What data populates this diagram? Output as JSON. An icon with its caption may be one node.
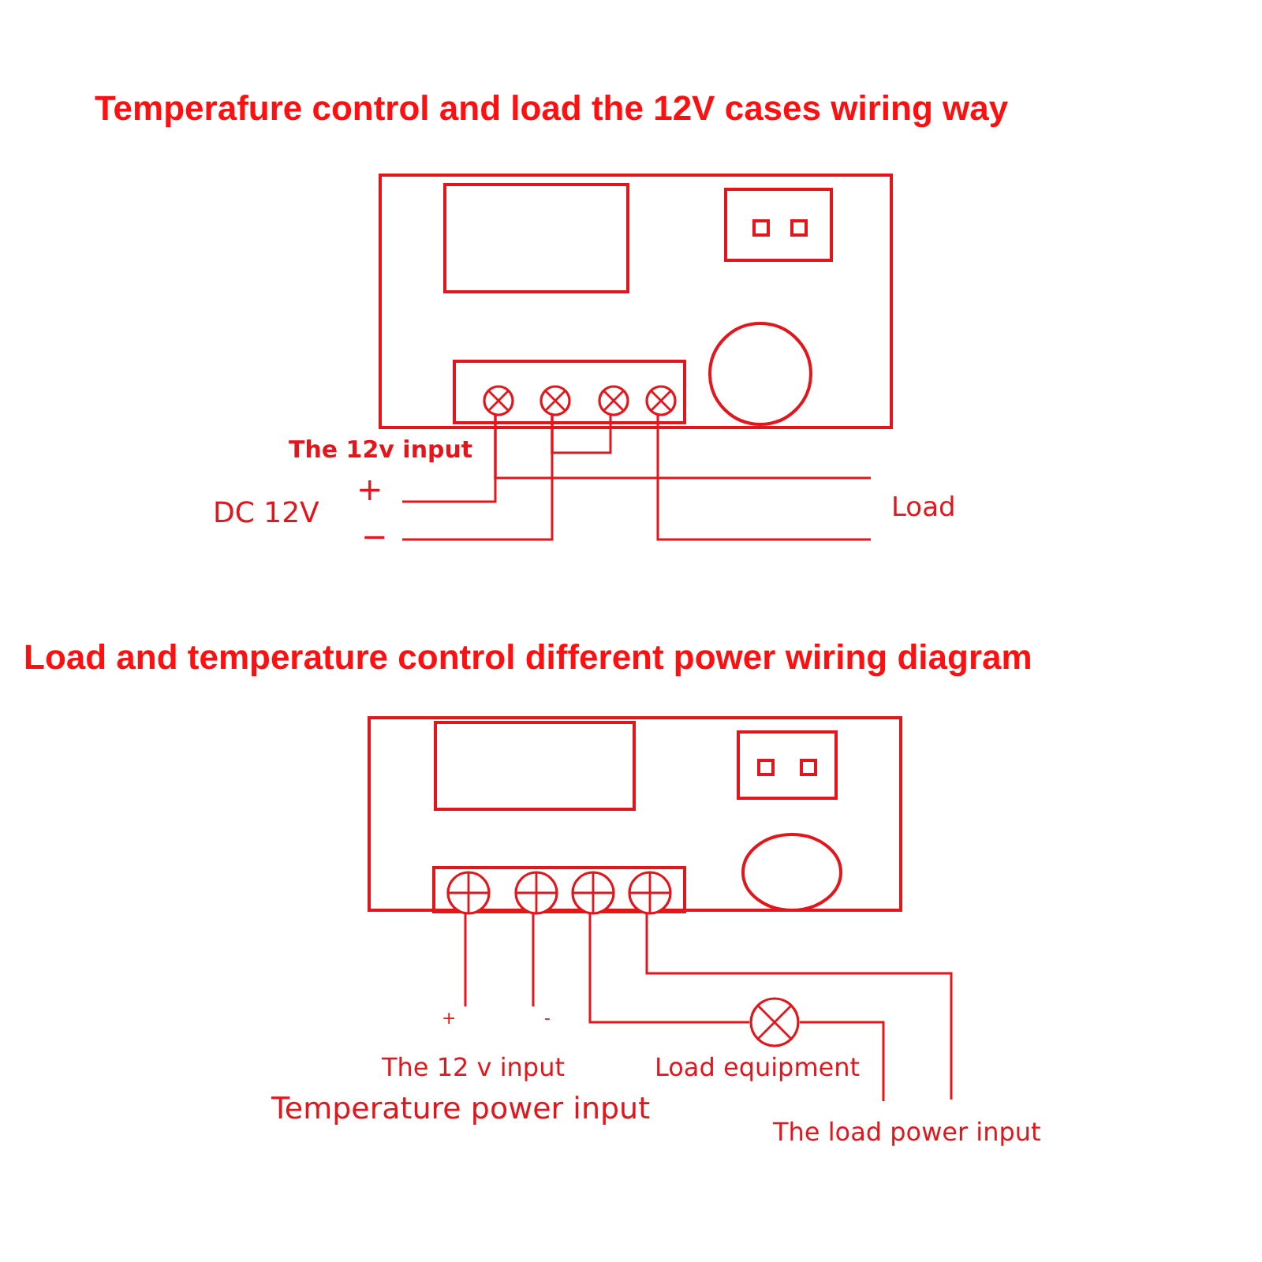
{
  "diagram": {
    "nodes": [
      {
        "text": [],
        "shape": "box"
      },
      {
        "text": [],
        "shape": "circle",
        "in": 0
      },
      {
        "text": [],
        "shape": "circle",
        "in": 0
      },
      {
        "text": [],
        "shape": "circle",
        "in": 0
      },
      {
        "text": [],
        "shape": "circle",
        "in": 0
      },
      {
        "text": [],
        "shape": "box"
      },
      {
        "text": [],
        "shape": "circle",
        "in": 5
      },
      {
        "text": [],
        "shape": "circle",
        "in": 5
      },
      {
        "text": [],
        "shape": "circle",
        "in": 5
      },
      {
        "text": [],
        "shape": "circle",
        "in": 5
      },
      {
        "text": [],
        "shape": "circle",
        "beside": [
          "Load equipment"
        ]
      }
    ],
    "edges": [
      {
        "from": 1,
        "to": null,
        "arrow": "none"
      },
      {
        "from": 1,
        "to": null,
        "arrow": "none"
      },
      {
        "from": 2,
        "to": null,
        "arrow": "none"
      },
      {
        "from": 2,
        "to": 3,
        "arrow": "none"
      },
      {
        "from": 4,
        "to": null,
        "arrow": "none"
      },
      {
        "from": 6,
        "to": null,
        "arrow": "none"
      },
      {
        "from": 7,
        "to": null,
        "arrow": "none"
      },
      {
        "from": 8,
        "to": 10,
        "arrow": "none"
      },
      {
        "from": 10,
        "to": null,
        "arrow": "none"
      },
      {
        "from": 9,
        "to": null,
        "arrow": "none"
      }
    ],
    "labels": [
      "Temperafure control and load the 12V cases wiring way",
      "The 12v input",
      "DC 12V",
      "+",
      "−",
      "Load",
      "Load and temperature control different power wiring diagram",
      "+",
      "-",
      "The 12 v input",
      "Temperature power input",
      "The load power input"
    ]
  }
}
